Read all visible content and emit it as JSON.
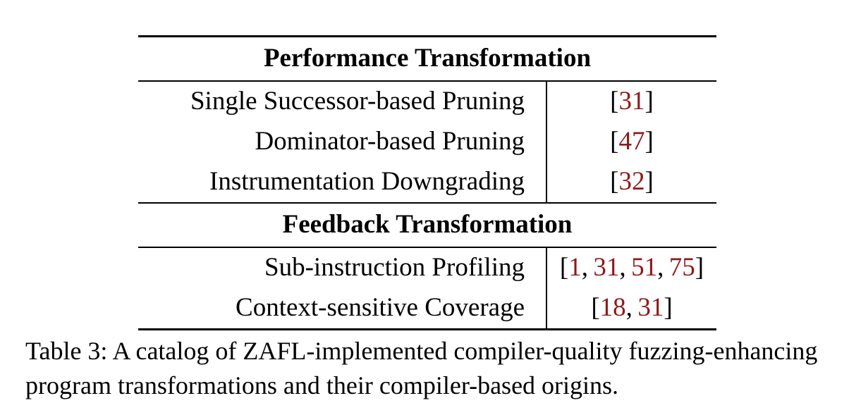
{
  "table": {
    "sections": [
      {
        "title": "Performance Transformation",
        "rows": [
          {
            "name": "Single Successor-based Pruning",
            "refs": [
              "31"
            ]
          },
          {
            "name": "Dominator-based Pruning",
            "refs": [
              "47"
            ]
          },
          {
            "name": "Instrumentation Downgrading",
            "refs": [
              "32"
            ]
          }
        ]
      },
      {
        "title": "Feedback Transformation",
        "rows": [
          {
            "name": "Sub-instruction Profiling",
            "refs": [
              "1",
              "31",
              "51",
              "75"
            ]
          },
          {
            "name": "Context-sensitive Coverage",
            "refs": [
              "18",
              "31"
            ]
          }
        ]
      }
    ]
  },
  "caption": {
    "prefix": "Table 3: A catalog of ",
    "tool": "ZAFL",
    "suffix": "-implemented compiler-quality fuzzing-enhancing program transformations and their compiler-based origins."
  },
  "colors": {
    "citation": "#8b1a1a",
    "text": "#000000"
  }
}
